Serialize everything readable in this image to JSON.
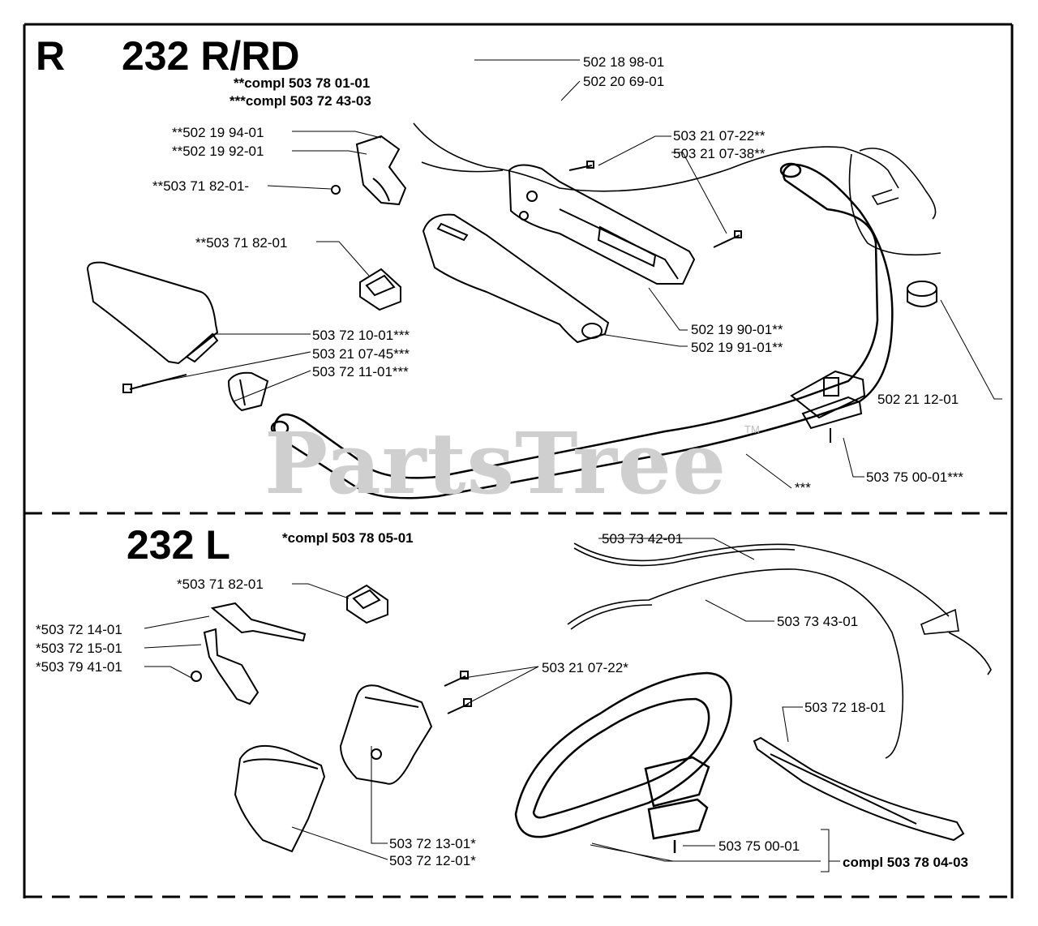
{
  "watermark": {
    "text": "PartsTree",
    "tm": "TM"
  },
  "section_r": {
    "letter": "R",
    "title": "232 R/RD",
    "notes": [
      "**compl 503 78 01-01",
      "***compl 503 72 43-03"
    ],
    "parts": [
      "502 18 98-01",
      "502 20 69-01",
      "**502 19 94-01",
      "**502 19 92-01",
      "**503 71 82-01-",
      "503 21 07-22**",
      "503 21 07-38**",
      "**503 71 82-01",
      "503 72 10-01***",
      "503 21 07-45***",
      "503 72 11-01***",
      "502 19 90-01**",
      "502 19 91-01**",
      "502 21 12-01",
      "***",
      "503 75 00-01***"
    ]
  },
  "section_l": {
    "title": "232 L",
    "note": "*compl 503 78 05-01",
    "parts": [
      "503 73 42-01",
      "*503 71 82-01",
      "503 73 43-01",
      "*503 72 14-01",
      "*503 72 15-01",
      "*503 79 41-01",
      "503 21 07-22*",
      "503 72 18-01",
      "503 72 13-01*",
      "503 75 00-01",
      "503 72 12-01*"
    ],
    "compl": "compl 503 78 04-03"
  }
}
